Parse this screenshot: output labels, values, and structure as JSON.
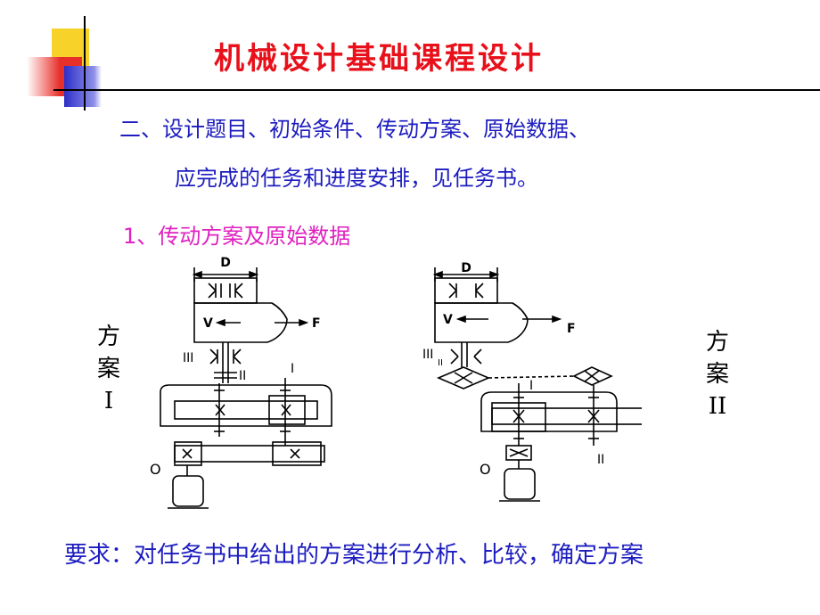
{
  "title": "机械设计基础课程设计",
  "content": {
    "line1": "二、设计题目、初始条件、传动方案、原始数据、",
    "line2": "应完成的任务和进度安排，见任务书。",
    "section": "1、传动方案及原始数据",
    "requirement": "要求：对任务书中给出的方案进行分析、比较，确定方案"
  },
  "scheme1": {
    "label_line1": "方",
    "label_line2": "案",
    "label_line3": "I",
    "d": "D",
    "v": "V",
    "f": "F",
    "axis3": "III",
    "axis2": "II",
    "axis1": "I",
    "motor": "O"
  },
  "scheme2": {
    "label_line1": "方",
    "label_line2": "案",
    "label_line3": "II",
    "d": "D",
    "v": "V",
    "f": "F",
    "axis3": "III",
    "axis3_sub": "II",
    "axis1": "I",
    "axis2": "II",
    "motor": "O"
  },
  "colors": {
    "title": "#e8101a",
    "body_text": "#1c1cc0",
    "section_text": "#e020c0",
    "deco_yellow": "#f7d32a",
    "deco_red": "#e8302a",
    "deco_blue": "#2d2fc8"
  }
}
